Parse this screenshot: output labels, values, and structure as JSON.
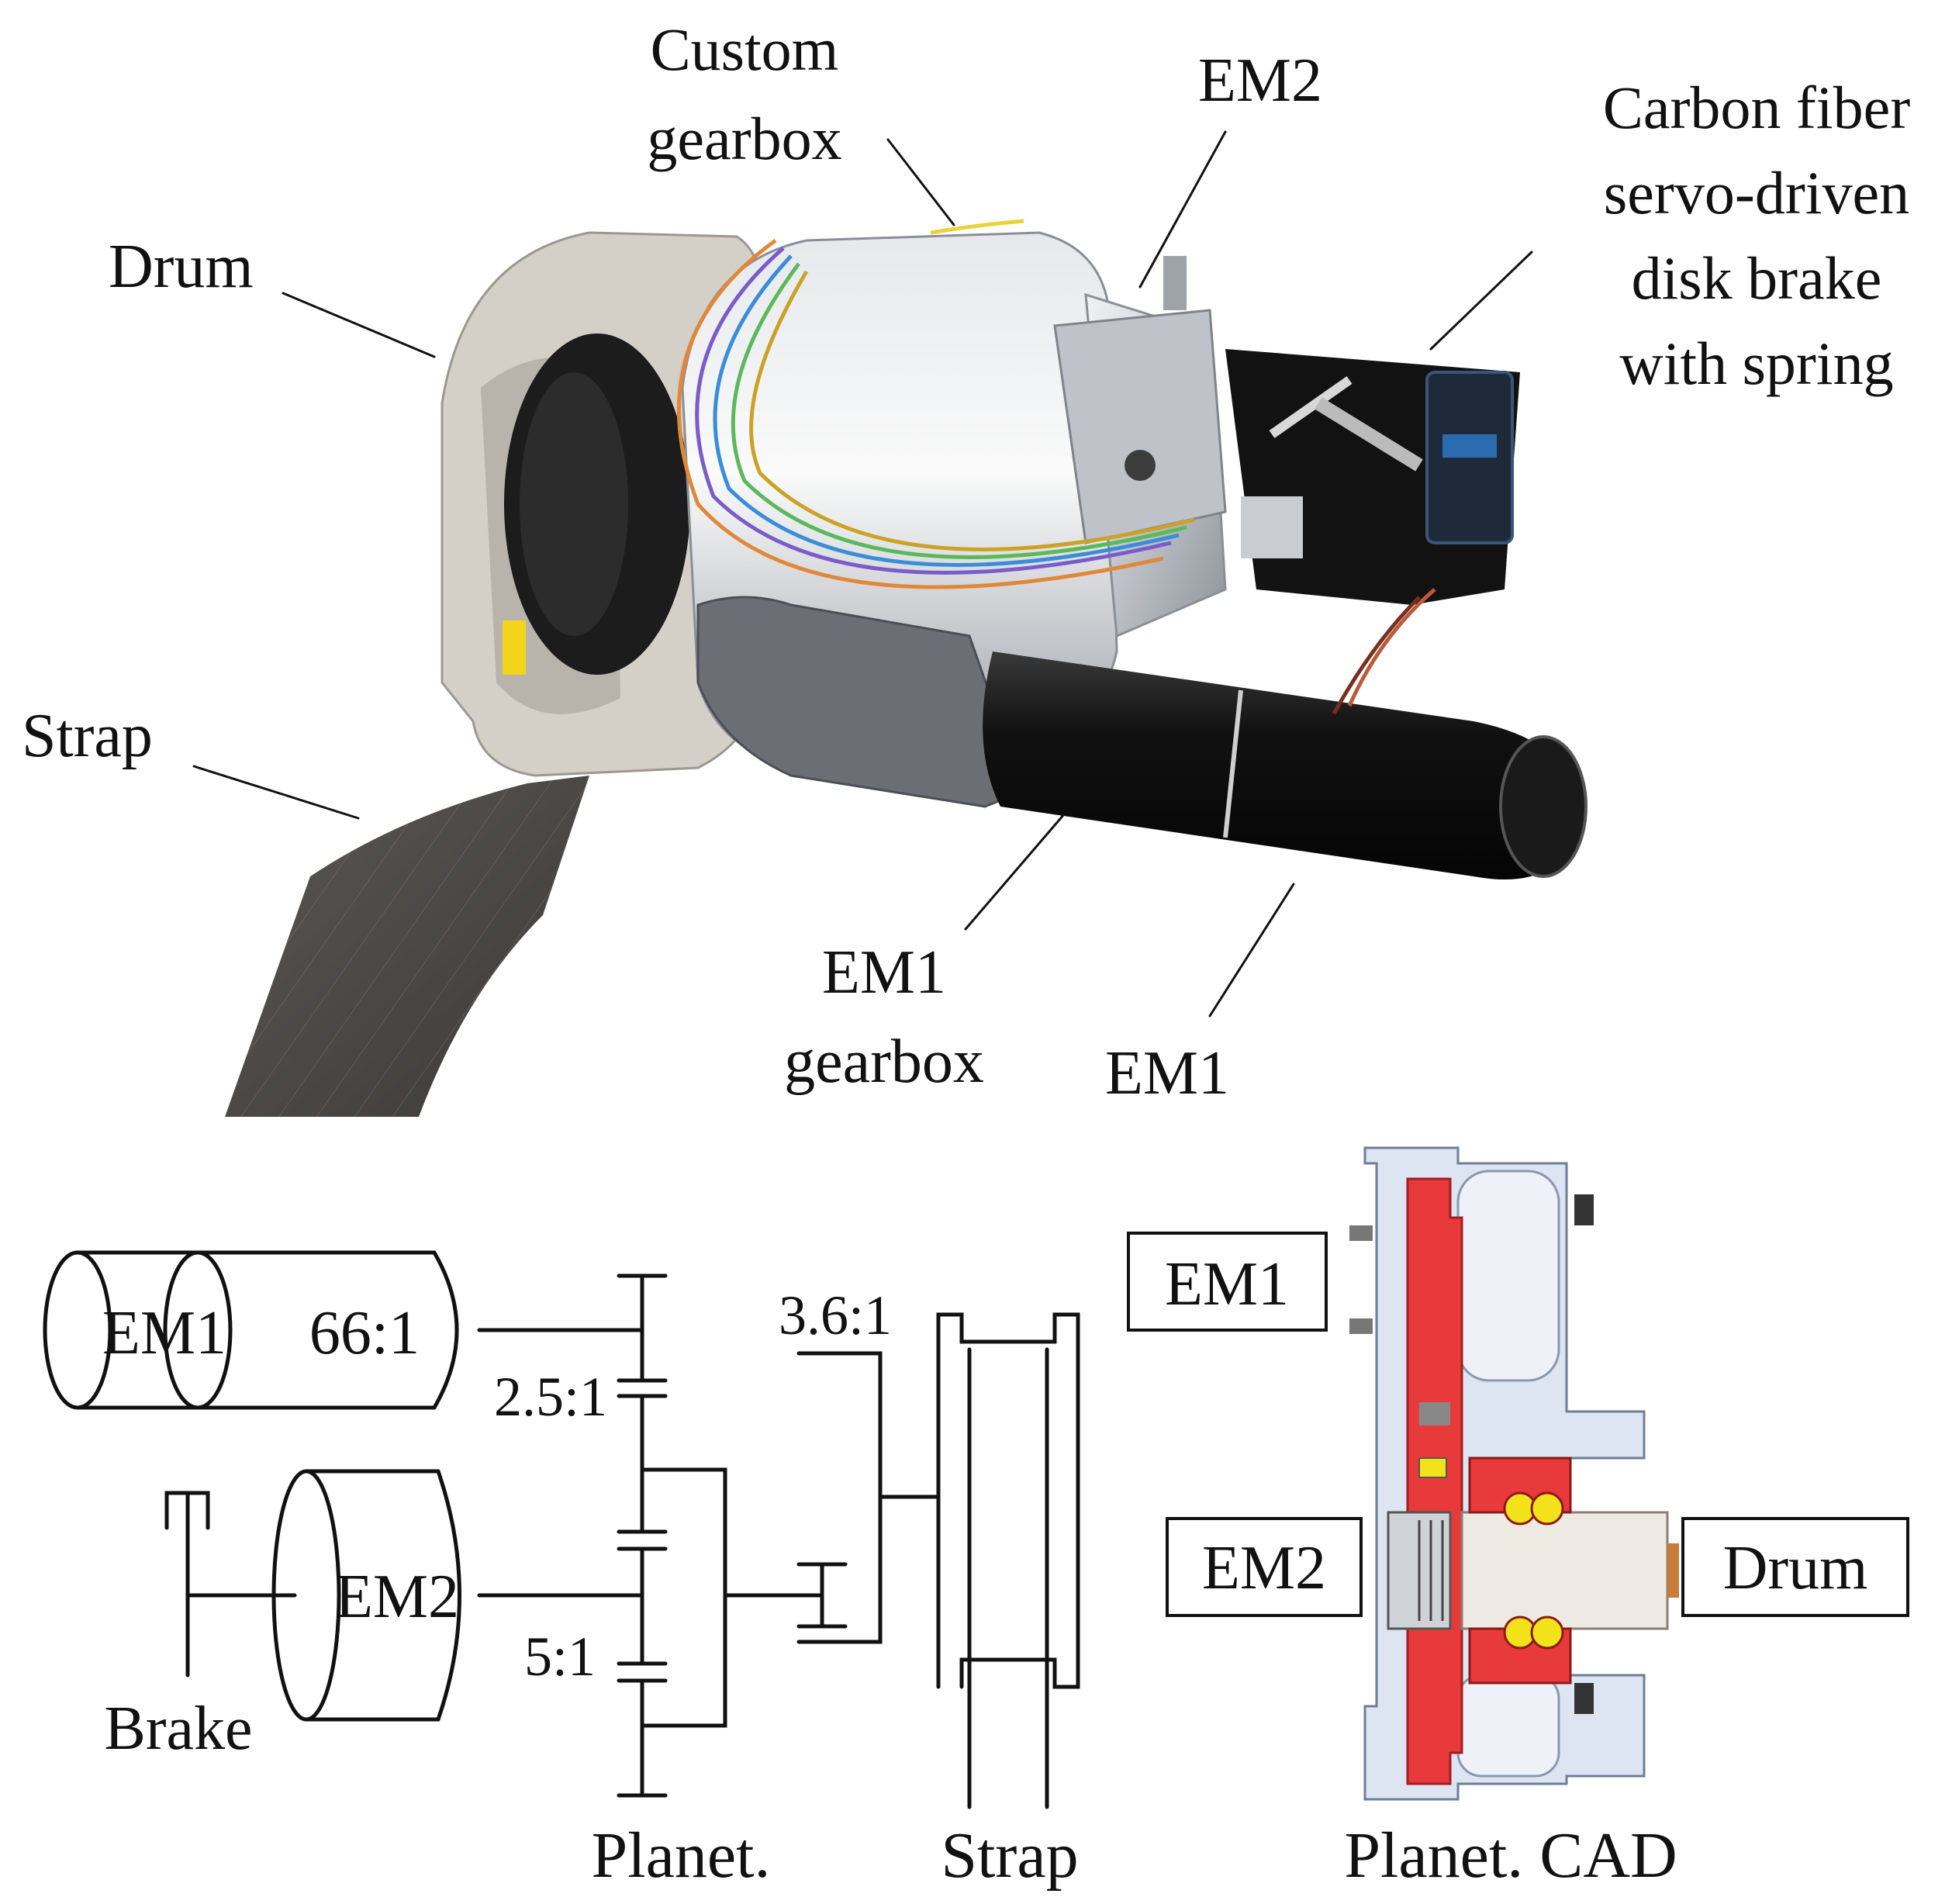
{
  "photo": {
    "labels": {
      "custom_gearbox": [
        "Custom",
        "gearbox"
      ],
      "em2": "EM2",
      "carbon_brake": [
        "Carbon fiber",
        "servo-driven",
        "disk brake",
        "with spring"
      ],
      "drum": "Drum",
      "strap": "Strap",
      "em1_gearbox": [
        "EM1",
        "gearbox"
      ],
      "em1": "EM1"
    }
  },
  "schematic": {
    "em1": "EM1",
    "em1_ratio": "66:1",
    "em2": "EM2",
    "brake": "Brake",
    "ratio_2_5": "2.5:1",
    "ratio_5": "5:1",
    "ratio_3_6": "3.6:1",
    "planet_caption": "Planet.",
    "strap_caption": "Strap"
  },
  "cad": {
    "em1_box": "EM1",
    "em2_box": "EM2",
    "drum_box": "Drum",
    "caption": "Planet. CAD"
  },
  "colors": {
    "gear_red": "#e8393b",
    "housing_blue": "#dde5f2",
    "bearing_yellow": "#f2e21a",
    "motor_black": "#1a1a1a",
    "aluminum": "#c9ccd1",
    "strap_gray": "#4a4744"
  }
}
